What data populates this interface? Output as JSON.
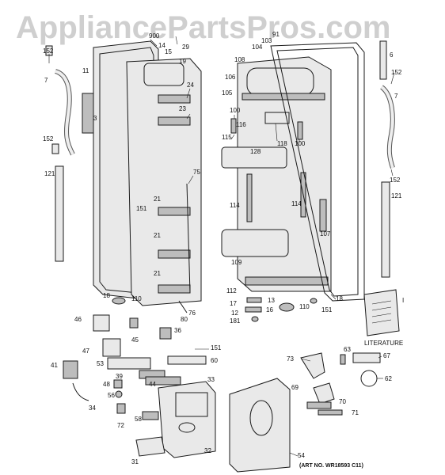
{
  "watermark": "AppliancePartsPros.com",
  "art_number": "(ART NO. WR18593 C11)",
  "literature_label": "LITERATURE",
  "literature_marker": "I",
  "callouts": {
    "c900": "900",
    "c14": "14",
    "c29": "29",
    "c15": "15",
    "c152a": "152",
    "c19": "19",
    "c7a": "7",
    "c11": "11",
    "c24": "24",
    "c23": "23",
    "c3": "3",
    "c152b": "152",
    "c121a": "121",
    "c75": "75",
    "c21a": "21",
    "c151a": "151",
    "c21b": "21",
    "c21c": "21",
    "c18a": "18",
    "c110a": "110",
    "c80": "80",
    "c76": "76",
    "c91": "91",
    "c103": "103",
    "c104": "104",
    "c108": "108",
    "c106": "106",
    "c105": "105",
    "c100a": "100",
    "c116": "116",
    "c115": "115",
    "c118": "118",
    "c100b": "100",
    "c128": "128",
    "c114a": "114",
    "c114b": "114",
    "c107": "107",
    "c109": "109",
    "c112": "112",
    "c18b": "18",
    "c6": "6",
    "c152c": "152",
    "c7b": "7",
    "c152d": "152",
    "c121b": "121",
    "c17": "17",
    "c13": "13",
    "c12": "12",
    "c16": "16",
    "c110b": "110",
    "c151b": "151",
    "c181": "181",
    "c46": "46",
    "c45": "45",
    "c36": "36",
    "c47": "47",
    "c151c": "151",
    "c60": "60",
    "c53": "53",
    "c39": "39",
    "c41": "41",
    "c44": "44",
    "c33": "33",
    "c48": "48",
    "c56": "56",
    "c34": "34",
    "c58": "58",
    "c72": "72",
    "c31": "31",
    "c32": "32",
    "c54": "54",
    "c73": "73",
    "c63": "63",
    "c67": "67",
    "c62": "62",
    "c69": "69",
    "c70": "70",
    "c71": "71"
  }
}
